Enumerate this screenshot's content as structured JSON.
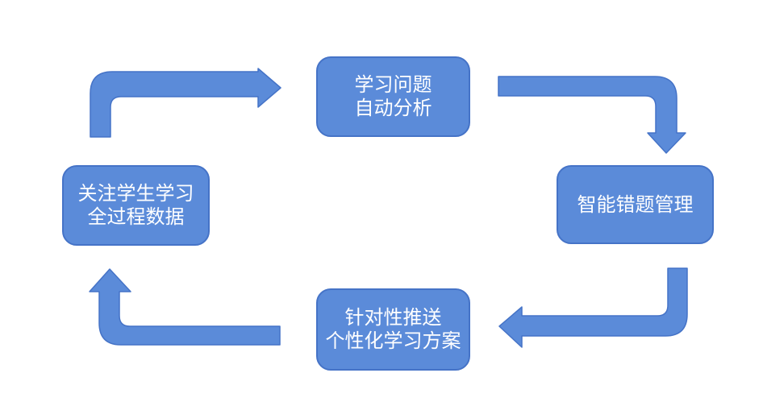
{
  "colors": {
    "shape_fill": "#5B8BD9",
    "shape_stroke": "#4573C7",
    "text_color": "#FFFFFF",
    "background": "#FFFFFF"
  },
  "nodes": {
    "top": {
      "line1": "学习问题",
      "line2": "自动分析"
    },
    "right": {
      "line1": "智能错题管理"
    },
    "bottom": {
      "line1": "针对性推送",
      "line2": "个性化学习方案"
    },
    "left": {
      "line1": "关注学生学习",
      "line2": "全过程数据"
    }
  },
  "arrows": [
    {
      "name": "left-to-top",
      "shape": "elbow-up-then-right"
    },
    {
      "name": "top-to-right",
      "shape": "elbow-right-then-down"
    },
    {
      "name": "right-to-bottom",
      "shape": "elbow-down-then-left"
    },
    {
      "name": "bottom-to-left",
      "shape": "elbow-left-then-up"
    }
  ]
}
